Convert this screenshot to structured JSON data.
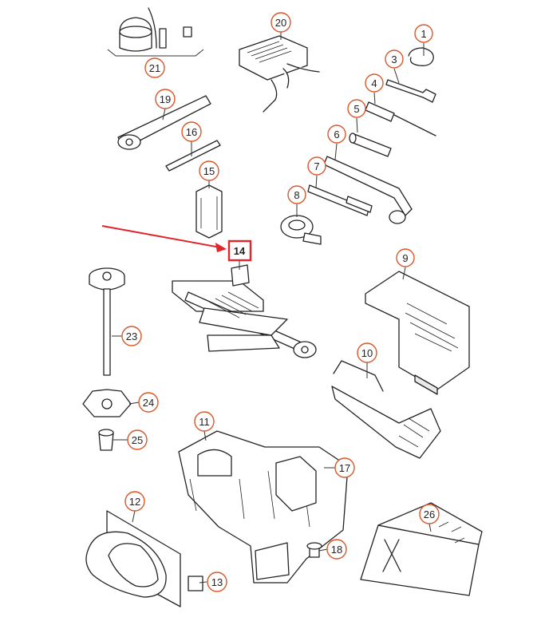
{
  "diagram": {
    "accent_color": "#d9582a",
    "highlight_color": "#e0252b",
    "highlighted_callout": "14",
    "callouts": [
      "1",
      "3",
      "4",
      "5",
      "6",
      "7",
      "8",
      "9",
      "10",
      "11",
      "12",
      "13",
      "14",
      "15",
      "16",
      "17",
      "18",
      "19",
      "20",
      "21",
      "23",
      "24",
      "25",
      "26"
    ]
  }
}
